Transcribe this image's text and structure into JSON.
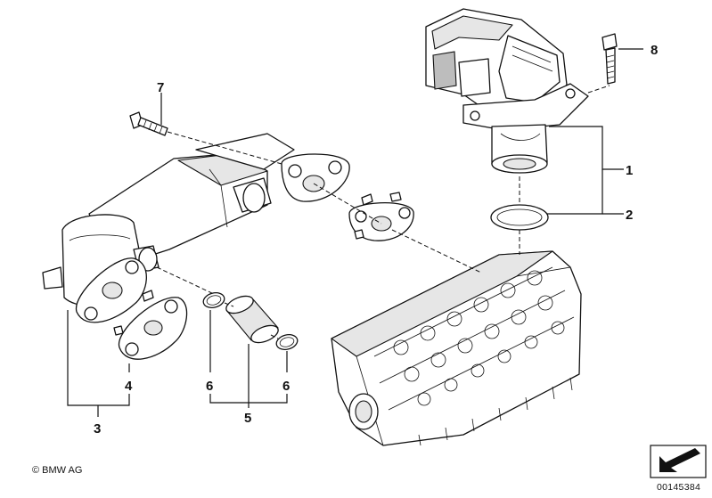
{
  "callouts": {
    "c1": "1",
    "c2": "2",
    "c3": "3",
    "c4": "4",
    "c5": "5",
    "c6a": "6",
    "c6b": "6",
    "c7": "7",
    "c8": "8"
  },
  "footer": {
    "copyright": "© BMW AG",
    "document_number": "00145384"
  },
  "icons": {
    "orientation": "direction-arrow-icon"
  }
}
